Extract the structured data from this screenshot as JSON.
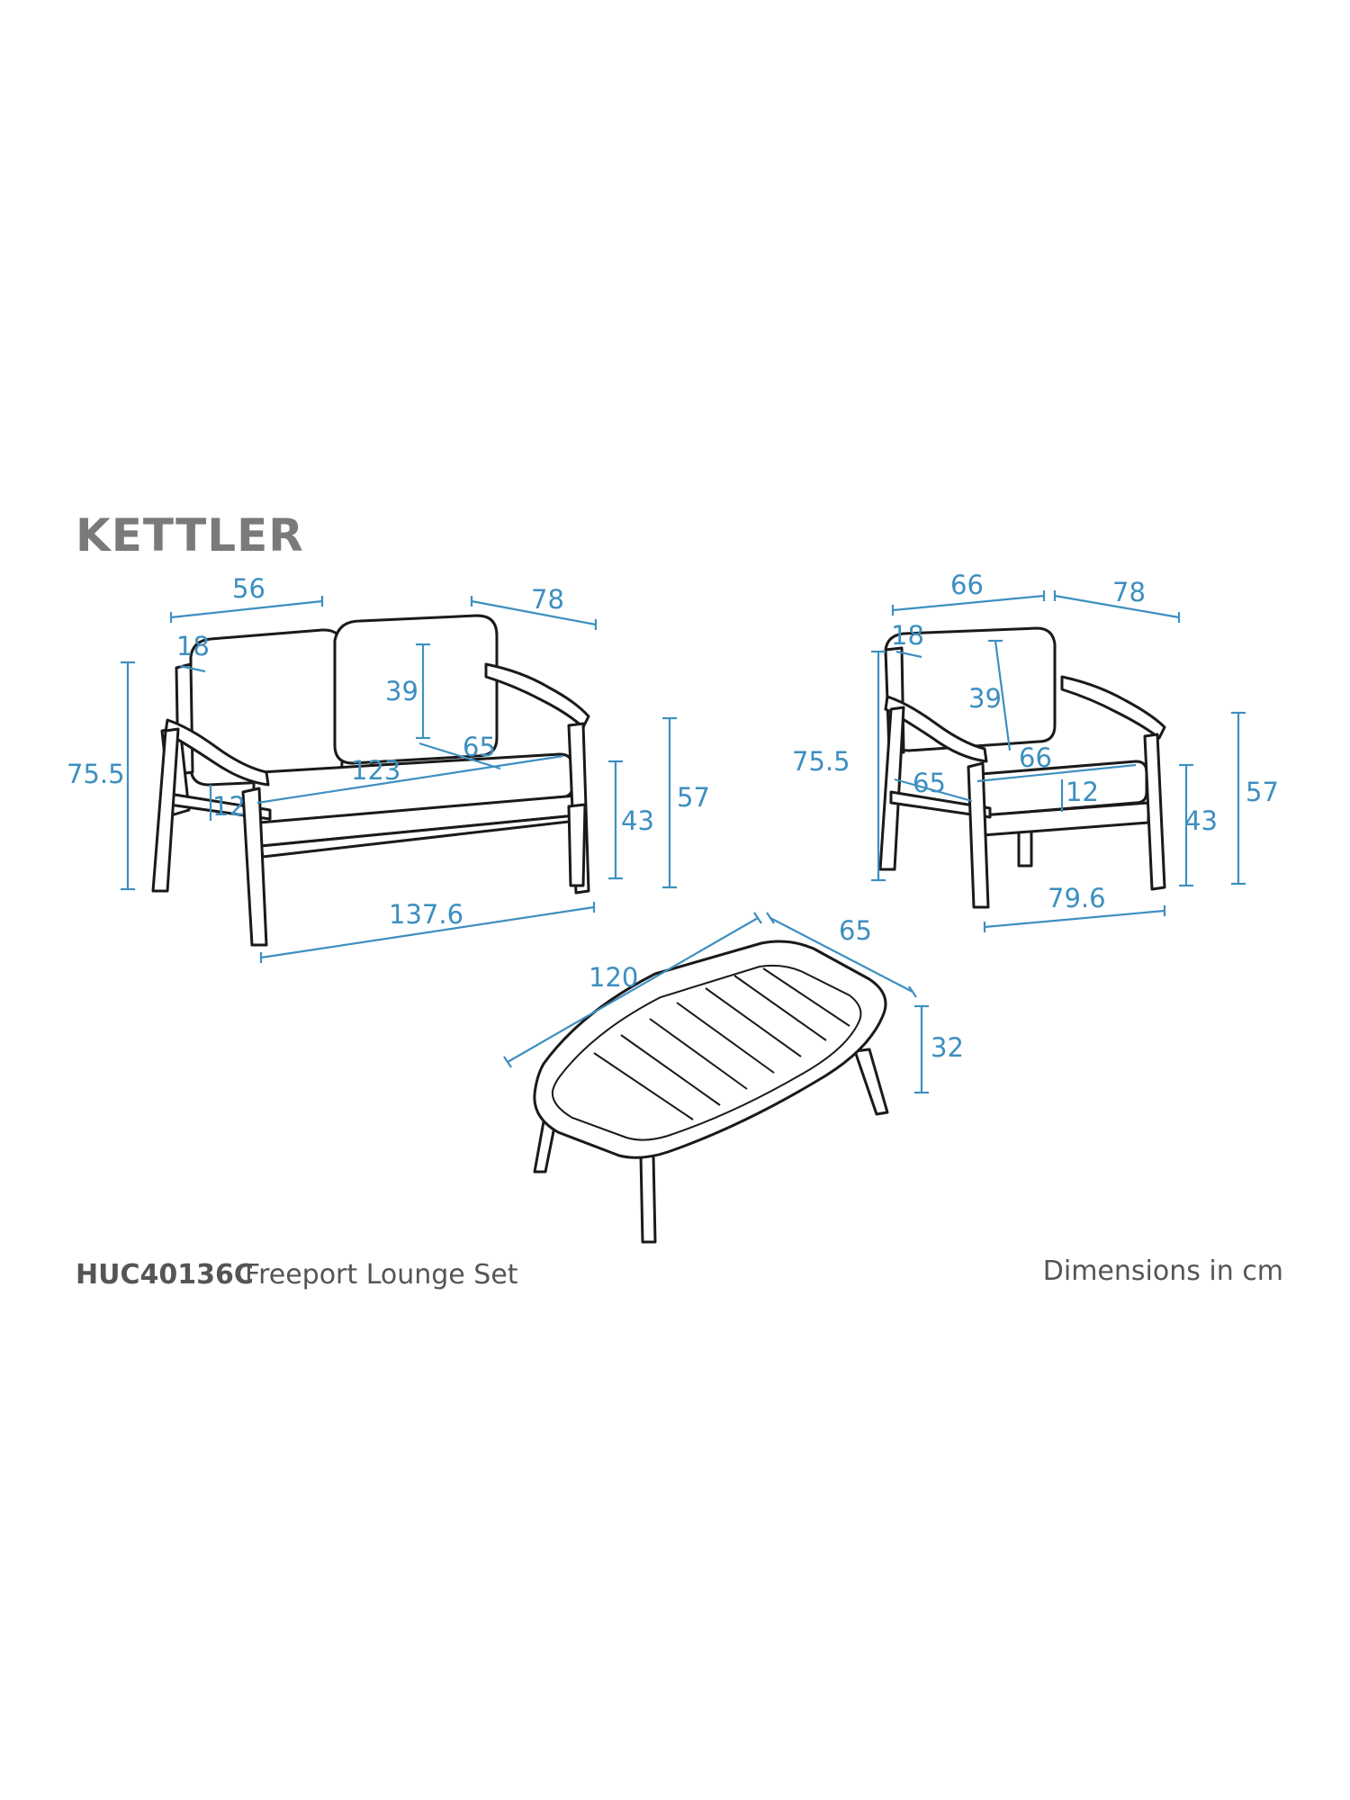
{
  "brand": {
    "name": "KETTLER",
    "color": "#7a7a7a"
  },
  "colors": {
    "dimension": "#3d8fc0",
    "outline": "#1a1a1a",
    "footer_text": "#555555"
  },
  "sofa": {
    "dims": {
      "seat_depth_top": "56",
      "depth": "78",
      "arm_width": "18",
      "back_height": "39",
      "seat_depth": "65",
      "seat_width": "123",
      "overall_height": "75.5",
      "cushion_thickness": "12",
      "seat_height": "43",
      "arm_height": "57",
      "overall_width": "137.6"
    }
  },
  "chair": {
    "dims": {
      "seat_width_top": "66",
      "depth": "78",
      "arm_width": "18",
      "back_height": "39",
      "overall_height": "75.5",
      "seat_width": "66",
      "seat_depth": "65",
      "cushion_thickness": "12",
      "seat_height": "43",
      "arm_height": "57",
      "overall_width": "79.6"
    }
  },
  "table": {
    "dims": {
      "length": "120",
      "width": "65",
      "height": "32"
    }
  },
  "footer": {
    "model_code": "HUC40136C",
    "product_name": "Freeport Lounge Set",
    "units_note": "Dimensions in cm"
  }
}
